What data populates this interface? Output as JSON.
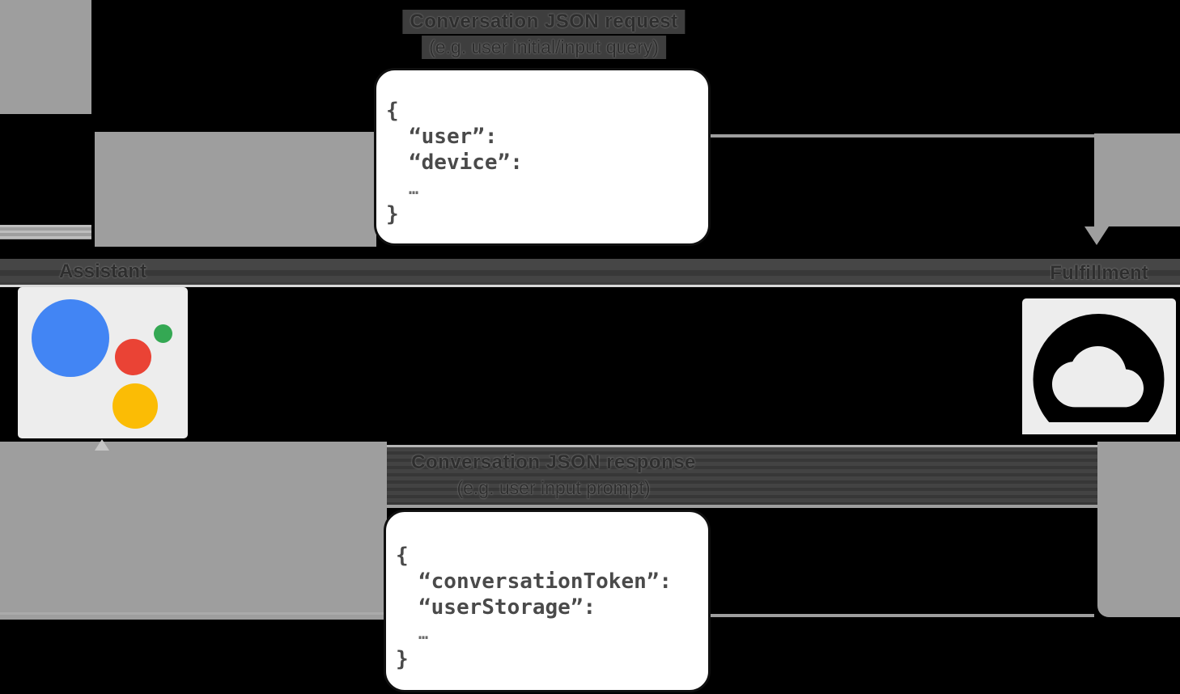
{
  "diagram": {
    "request_label": {
      "line1": "Conversation JSON request",
      "line2": "(e.g. user initial/input query)"
    },
    "response_label": {
      "line1": "Conversation JSON response",
      "line2": "(e.g. user input prompt)"
    },
    "request_code": {
      "lines": [
        "{",
        "“user”:",
        "“device”:",
        "…",
        "}"
      ]
    },
    "response_code": {
      "lines": [
        "{",
        "“conversationToken”:",
        "“userStorage”:",
        "…",
        "}"
      ]
    },
    "actors": {
      "assistant": {
        "label": "Assistant",
        "icon": "google-assistant-logo-icon"
      },
      "fulfillment": {
        "label": "Fulfillment",
        "icon": "cloud-icon"
      }
    },
    "colors": {
      "assistant_blue": "#4285F4",
      "assistant_red": "#EA4335",
      "assistant_green": "#34A853",
      "assistant_yellow": "#FBBC05",
      "arrow_gray": "#9e9e9e",
      "tile_background": "#ededed",
      "code_box_background": "#ffffff",
      "code_text": "#4a4a4a"
    }
  }
}
